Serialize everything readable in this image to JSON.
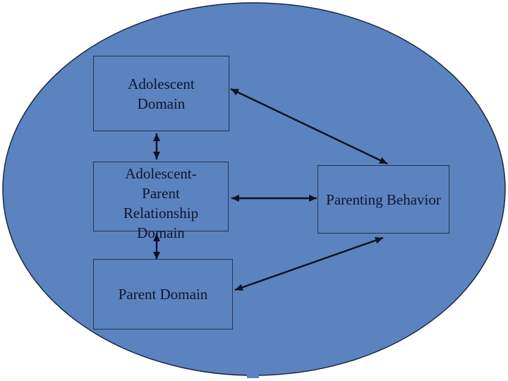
{
  "slide": {
    "background_color": "#ffffff",
    "ellipse": {
      "fill": "#5b83bf",
      "stroke": "#1b2742",
      "description": "large horizontal ellipse nearly filling the slide"
    },
    "colors": {
      "node_border": "#26324f",
      "text": "#0e1630",
      "arrow": "#0d1326"
    },
    "nodes": {
      "adolescent_domain": {
        "label": "Adolescent\nDomain"
      },
      "relationship_domain": {
        "label": "Adolescent-\nParent\nRelationship\nDomain"
      },
      "parent_domain": {
        "label": "Parent Domain"
      },
      "parenting_behavior": {
        "label": "Parenting Behavior"
      }
    },
    "edges": [
      {
        "from": "adolescent_domain",
        "to": "relationship_domain",
        "style": "double-headed",
        "orientation": "vertical"
      },
      {
        "from": "relationship_domain",
        "to": "parent_domain",
        "style": "double-headed",
        "orientation": "vertical"
      },
      {
        "from": "relationship_domain",
        "to": "parenting_behavior",
        "style": "double-headed",
        "orientation": "horizontal"
      },
      {
        "from": "adolescent_domain",
        "to": "parenting_behavior",
        "style": "double-headed",
        "orientation": "diagonal"
      },
      {
        "from": "parent_domain",
        "to": "parenting_behavior",
        "style": "double-headed",
        "orientation": "diagonal"
      }
    ]
  }
}
